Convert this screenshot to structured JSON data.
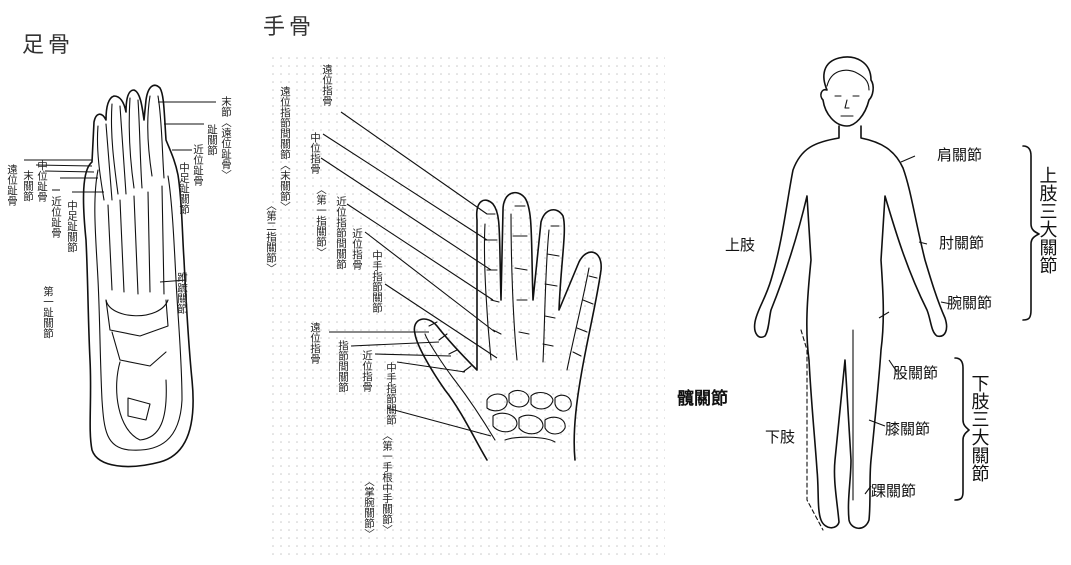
{
  "foot": {
    "title": "足骨",
    "labels": {
      "distal_phalanx_foot": "遠位趾骨",
      "distal_joint": "末關節",
      "middle_phalanx_foot": "中位趾骨",
      "proximal_phalanx_foot": "近位趾骨",
      "first_toe_joint": "第一趾關節",
      "end_joint_right": "末節〈遠位趾骨〉",
      "toe_joint": "趾關節",
      "proximal_toe_bone": "近位趾骨",
      "mid_foot_joint_left": "中足趾關節",
      "mid_foot_joint_right": "中足趾關節",
      "tarsal_joint": "跗蹠關節"
    }
  },
  "hand": {
    "title": "手骨",
    "labels": {
      "distal_finger_bone": "遠位指骨",
      "distal_ip_joint": "遠位指節間關節〈末關節〉",
      "second_finger_joint": "〈第二指關節〉",
      "middle_finger_bone": "中位指骨",
      "first_finger_joint": "〈第一指關節〉",
      "proximal_ip_joint": "近位指節間關節",
      "proximal_finger_bone": "近位指骨",
      "mcp_joint": "中手指節關節",
      "thumb_distal_bone": "遠位指骨",
      "thumb_ip_joint": "指節間關節",
      "thumb_proximal_bone": "近位指骨",
      "thumb_mcp_joint": "中手指節關節",
      "first_cmc_joint": "〈第一手根中手關節〉",
      "wrist_joint": "〈掌腕關節〉"
    }
  },
  "body": {
    "upper_limb": "上肢",
    "lower_limb": "下肢",
    "hip_joint": "髖關節",
    "shoulder_joint": "肩關節",
    "elbow_joint": "肘關節",
    "wrist_joint": "腕關節",
    "thigh_joint": "股關節",
    "knee_joint": "膝關節",
    "ankle_joint": "踝關節",
    "upper_group": "上肢三大關節",
    "lower_group": "下肢三大關節"
  }
}
